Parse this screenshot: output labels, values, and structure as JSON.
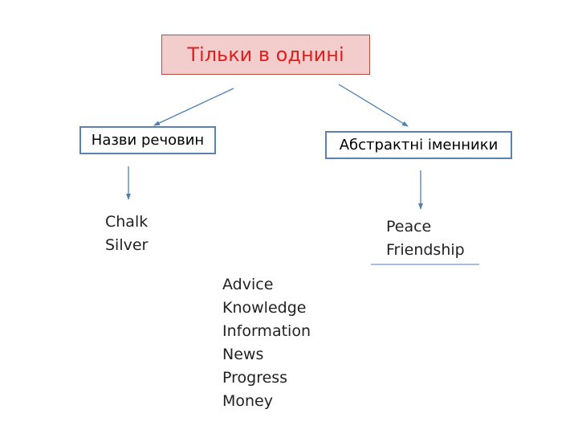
{
  "title": "Тільки в однині",
  "categories": {
    "material": "Назви речовин",
    "abstract": "Абстрактні іменники"
  },
  "lists": {
    "material_examples": [
      "Chalk",
      "Silver"
    ],
    "abstract_examples": [
      "Peace",
      "Friendship"
    ],
    "other_examples": [
      "Advice",
      "Knowledge",
      "Information",
      "News",
      "Progress",
      "Money"
    ]
  },
  "colors": {
    "title_text": "#e0201f",
    "title_fill": "#f3cccc",
    "box_border": "#5b80b1",
    "arrow": "#4f7fb5"
  }
}
